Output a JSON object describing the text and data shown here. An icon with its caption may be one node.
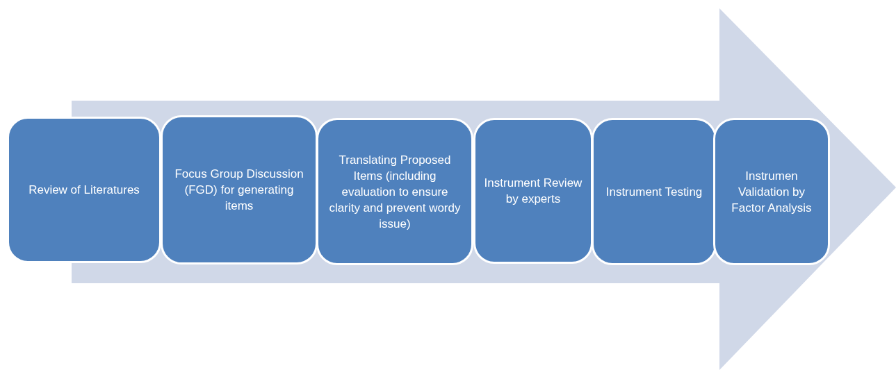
{
  "diagram": {
    "nodes": [
      {
        "text": [
          "Review of Literatures"
        ]
      },
      {
        "text": [
          "Focus Group Discussion (FGD) for generating items"
        ]
      },
      {
        "text": [
          "Translating Proposed Items (including evaluation to ensure clarity and prevent wordy issue)"
        ]
      },
      {
        "text": [
          "Instrument Review by experts"
        ]
      },
      {
        "text": [
          "Instrument Testing"
        ]
      },
      {
        "text": [
          "Instrumen Validation by Factor Analysis"
        ]
      }
    ]
  }
}
